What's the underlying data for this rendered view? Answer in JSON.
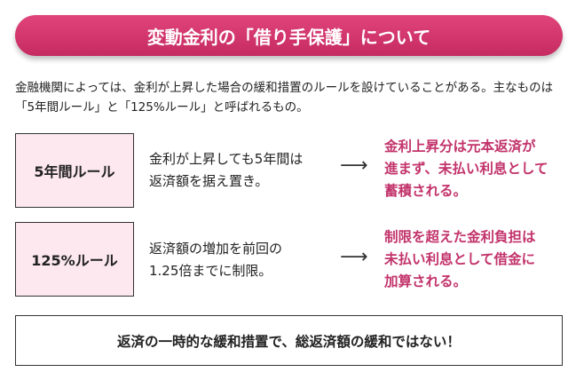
{
  "title": "変動金利の「借り手保護」について",
  "intro": "金融機関によっては、金利が上昇した場合の緩和措置のルールを設けていることがある。主なものは「5年間ルール」と「125%ルール」と呼ばれるもの。",
  "rules": [
    {
      "name": "5年間ルール",
      "desc_lines": [
        "金利が上昇しても5年間は",
        "返済額を据え置き。"
      ],
      "arrow": "⟶",
      "result_lines": [
        "金利上昇分は元本返済が",
        "進まず、未払い利息として",
        "蓄積される。"
      ]
    },
    {
      "name": "125%ルール",
      "desc_lines": [
        "返済額の増加を前回の",
        "1.25倍までに制限。"
      ],
      "arrow": "⟶",
      "result_lines": [
        "制限を超えた金利負担は",
        "未払い利息として借金に",
        "加算される。"
      ]
    }
  ],
  "conclusion": "返済の一時的な緩和措置で、総返済額の緩和ではない！",
  "colors": {
    "accent": "#c2336b",
    "box_fill": "#fce8ee"
  }
}
